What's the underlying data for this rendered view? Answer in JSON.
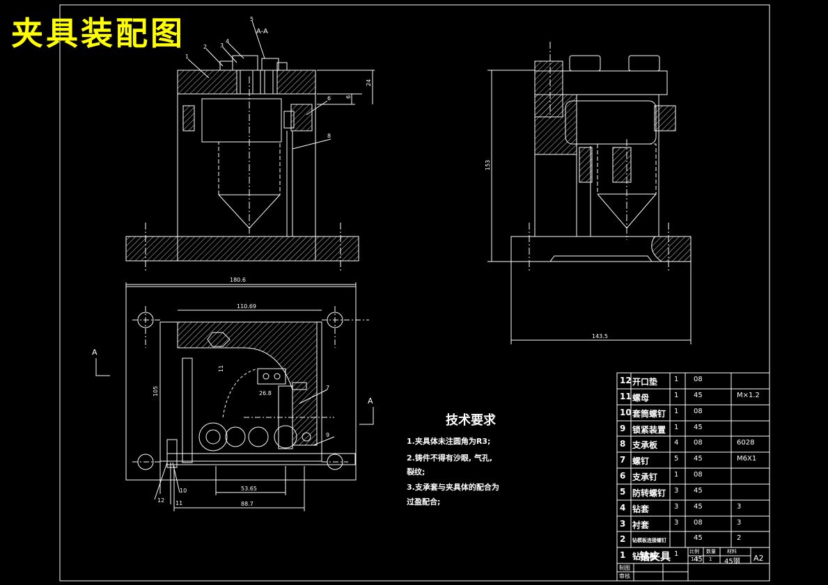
{
  "title": "夹具装配图",
  "section_label": "A-A",
  "section_markers": {
    "left": "A",
    "right": "A"
  },
  "dimensions": {
    "d_180_6": "180.6",
    "d_110_69": "110.69",
    "d_105": "105",
    "d_26_8": "26.8",
    "d_11": "11",
    "d_53_65": "53.65",
    "d_88_7": "88.7",
    "d_153": "153",
    "d_143_5": "143.5",
    "d_24": "24",
    "d_6": "6"
  },
  "leaders": [
    "1",
    "2",
    "3",
    "4",
    "5",
    "6",
    "7",
    "8",
    "9",
    "10",
    "11",
    "12"
  ],
  "tech_requirements": {
    "title": "技术要求",
    "lines": [
      "1.夹具体未注圆角为R3;",
      "2.铸件不得有沙眼, 气孔,",
      "裂纹;",
      "3.支承套与夹具体的配合为",
      "过盈配合;"
    ]
  },
  "bom": [
    {
      "no": "12",
      "name": "开口垫",
      "qty": "1",
      "material": "08",
      "note": ""
    },
    {
      "no": "11",
      "name": "螺母",
      "qty": "1",
      "material": "45",
      "note": "M×1.2"
    },
    {
      "no": "10",
      "name": "套筒螺钉",
      "qty": "1",
      "material": "08",
      "note": ""
    },
    {
      "no": "9",
      "name": "锁紧装置",
      "qty": "1",
      "material": "45",
      "note": ""
    },
    {
      "no": "8",
      "name": "支承板",
      "qty": "4",
      "material": "08",
      "note": "6028"
    },
    {
      "no": "7",
      "name": "螺钉",
      "qty": "5",
      "material": "45",
      "note": "M6X1"
    },
    {
      "no": "6",
      "name": "支承钉",
      "qty": "1",
      "material": "08",
      "note": ""
    },
    {
      "no": "5",
      "name": "防转螺钉",
      "qty": "3",
      "material": "45",
      "note": ""
    },
    {
      "no": "4",
      "name": "钻套",
      "qty": "3",
      "material": "45",
      "note": "3"
    },
    {
      "no": "3",
      "name": "衬套",
      "qty": "3",
      "material": "08",
      "note": "3"
    },
    {
      "no": "2",
      "name": "钻模板连接螺钉",
      "qty": "",
      "material": "45",
      "note": "2"
    },
    {
      "no": "1",
      "name": "钻模板",
      "qty": "1",
      "material": "45",
      "note": ""
    }
  ],
  "title_block": {
    "name": "钻夹具",
    "scale_label": "比例",
    "qty_label": "数量",
    "material_label": "材料",
    "scale": "1:1",
    "qty": "1",
    "material": "45钢",
    "sheet": "A2",
    "drawn_label": "制图",
    "checked_label": "审核"
  }
}
